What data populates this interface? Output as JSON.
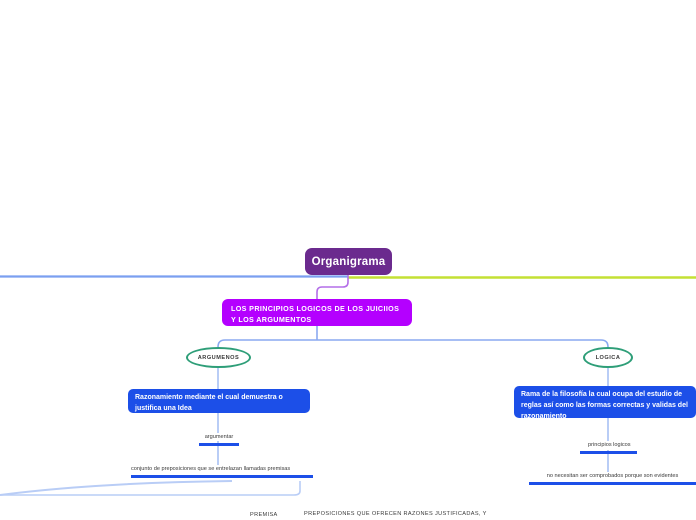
{
  "diagram": {
    "type": "mind-map",
    "root": {
      "label": "Organigrama"
    },
    "level1": {
      "label": "LOS PRINCIPIOS LOGICOS DE LOS JUICIIOS Y LOS ARGUMENTOS"
    },
    "branches": [
      {
        "side": "left",
        "ellipse_label": "ARGUMENOS",
        "detail_label": "Razonamiento mediante el cual demuestra o justifica una Idea",
        "leaves": [
          {
            "label": "argumentar"
          },
          {
            "label": "conjunto de preposiciones que se entrelazan llamadas premisas"
          }
        ]
      },
      {
        "side": "right",
        "ellipse_label": "LOGICA",
        "detail_label": "Rama de la filosofía la cual ocupa del estudio de reglas así como las formas correctas y validas del razonamiento",
        "leaves": [
          {
            "label": "principios logicos"
          },
          {
            "label": "no necesitan ser comprobados porque son evidentes"
          }
        ]
      }
    ],
    "captions": [
      {
        "label": "PREMISA"
      },
      {
        "label": "PREPOSICIONES QUE OFRECEN RAZONES JUSTIFICADAS, Y"
      }
    ],
    "colors": {
      "root": "#6b2a8e",
      "level1": "#b400ff",
      "ellipse_stroke": "#2e9e78",
      "detail_box": "#1c4fe8",
      "connector_blue": "#8aa9f0",
      "axis_blue": "#7b9ff0",
      "axis_green": "#c4e034"
    }
  }
}
